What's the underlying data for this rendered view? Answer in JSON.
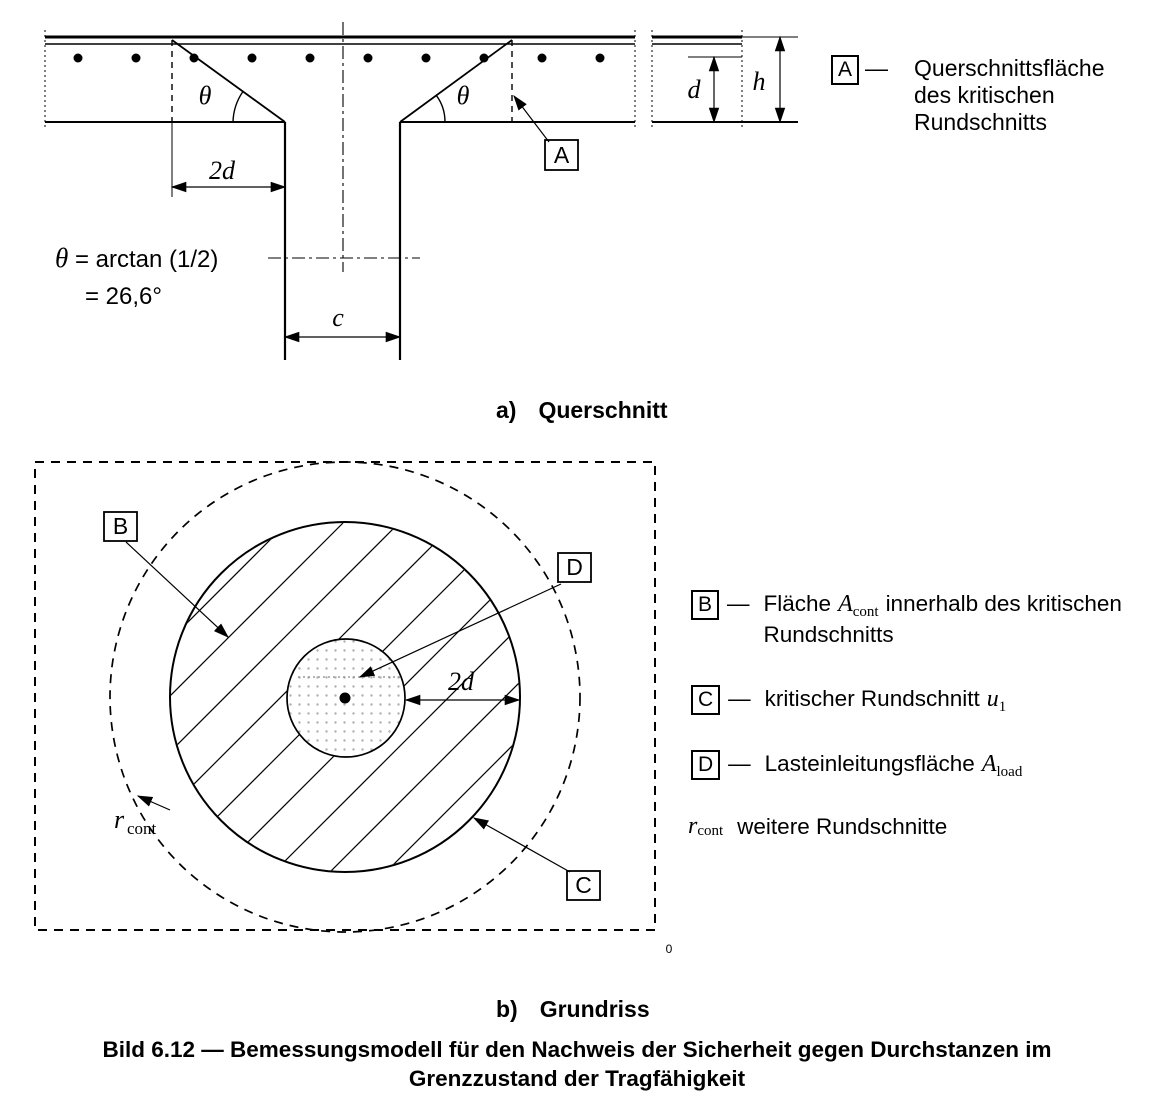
{
  "background": "#ffffff",
  "ink": "#000000",
  "section_a": {
    "caption": {
      "label": "a)",
      "text": "Querschnitt"
    },
    "labels": {
      "theta": "θ",
      "two_d": "2d",
      "c": "c",
      "d": "d",
      "h": "h",
      "a_key": "A"
    },
    "equation": {
      "theta": "θ",
      "rest": "= arctan (1/2)",
      "line2": "= 26,6°"
    },
    "legend": {
      "key": "A",
      "dash": "—",
      "lines": [
        "Querschnittsfläche",
        "des kritischen",
        "Rundschnitts"
      ]
    }
  },
  "section_b": {
    "caption": {
      "label": "b)",
      "text": "Grundriss"
    },
    "labels": {
      "b_key": "B",
      "c_key": "C",
      "d_key": "D",
      "two_d": "2d",
      "r_var": "r",
      "r_sub": "cont"
    },
    "stray_mark": "0",
    "legend": {
      "b": {
        "key": "B",
        "dash": "—",
        "pre": "Fläche",
        "var": "A",
        "sub": "cont",
        "post": "innerhalb des kritischen",
        "line2": "Rundschnitts"
      },
      "c": {
        "key": "C",
        "dash": "—",
        "pre": "kritischer Rundschnitt",
        "var": "u",
        "sub": "1"
      },
      "d": {
        "key": "D",
        "dash": "—",
        "pre": "Lasteinleitungsfläche",
        "var": "A",
        "sub": "load"
      },
      "r": {
        "var": "r",
        "sub": "cont",
        "text": "weitere Rundschnitte"
      }
    }
  },
  "figure_caption": {
    "line1": "Bild 6.12 — Bemessungsmodell für den Nachweis der Sicherheit gegen Durchstanzen im",
    "line2": "Grenzzustand der Tragfähigkeit"
  }
}
